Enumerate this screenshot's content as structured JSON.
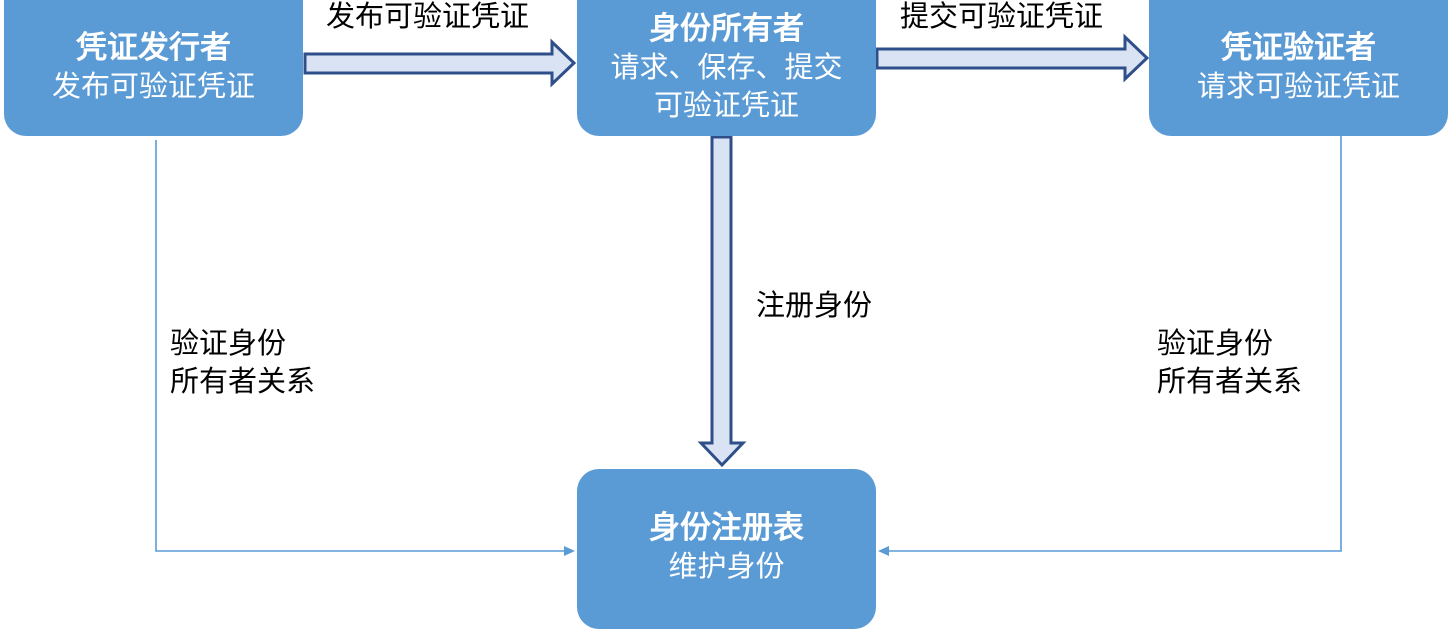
{
  "nodes": {
    "issuer": {
      "title": "凭证发行者",
      "desc": "发布可验证凭证"
    },
    "holder": {
      "title": "身份所有者",
      "desc_line1": "请求、保存、提交",
      "desc_line2": "可验证凭证"
    },
    "verifier": {
      "title": "凭证验证者",
      "desc": "请求可验证凭证"
    },
    "registry": {
      "title": "身份注册表",
      "desc": "维护身份"
    }
  },
  "edges": {
    "issue": "发布可验证凭证",
    "submit": "提交可验证凭证",
    "register": "注册身份",
    "verify_left": {
      "line1": "验证身份",
      "line2": "所有者关系"
    },
    "verify_right": {
      "line1": "验证身份",
      "line2": "所有者关系"
    }
  },
  "colors": {
    "box_fill": "#5b9bd5",
    "arrow_fill": "#dae3f3",
    "arrow_stroke": "#2f4f8a",
    "connector": "#5b9bd5"
  }
}
